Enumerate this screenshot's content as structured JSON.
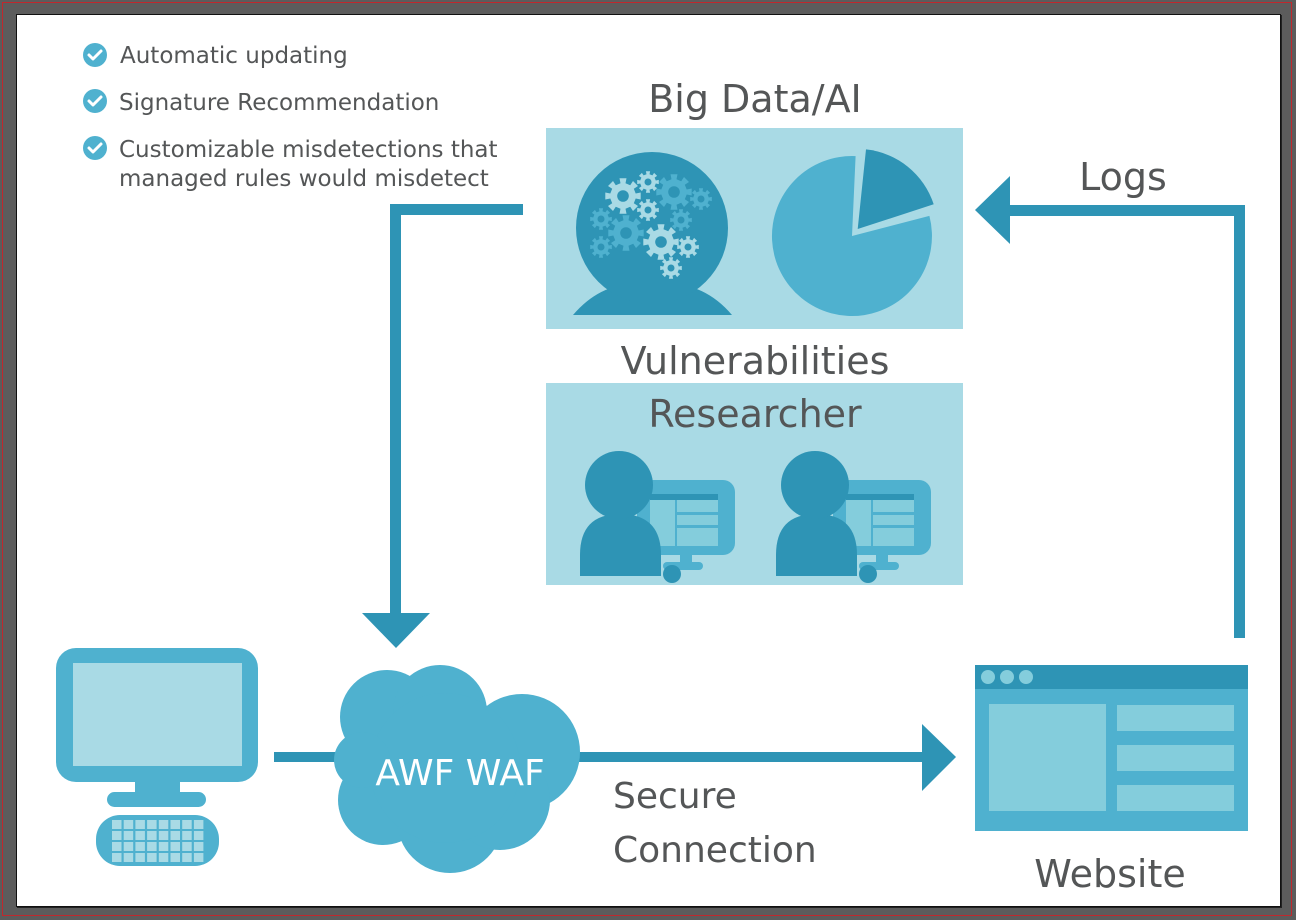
{
  "features": [
    {
      "icon": "check-circle-icon",
      "lines": [
        "Automatic updating"
      ]
    },
    {
      "icon": "check-circle-icon",
      "lines": [
        "Signature Recommendation"
      ]
    },
    {
      "icon": "check-circle-icon",
      "lines": [
        "Customizable misdetections that",
        "managed rules would misdetect"
      ]
    }
  ],
  "nodes": {
    "big_data": {
      "label": "Big Data/AI"
    },
    "researcher": {
      "label_line1": "Vulnerabilities",
      "label_line2": "Researcher"
    },
    "waf": {
      "label": "AWF WAF"
    },
    "website": {
      "label": "Website"
    },
    "client": {
      "label": ""
    }
  },
  "edges": {
    "logs": {
      "label": "Logs",
      "from": "Website",
      "to": "Big Data/AI"
    },
    "update": {
      "label": "",
      "from": "Big Data/AI",
      "to": "AWF WAF"
    },
    "secure": {
      "label_line1": "Secure",
      "label_line2": "Connection",
      "from": "AWF WAF",
      "to": "Website"
    },
    "client_link": {
      "label": "",
      "from": "Client PC",
      "to": "AWF WAF"
    }
  },
  "colors": {
    "dark_teal": "#2e94b5",
    "mid_blue": "#4fb1cf",
    "light_blue": "#a9dae5",
    "pale_blue": "#84cddc",
    "text_gray": "#545657",
    "frame_gray": "#5c5c5c",
    "frame_red": "#c0282d"
  }
}
